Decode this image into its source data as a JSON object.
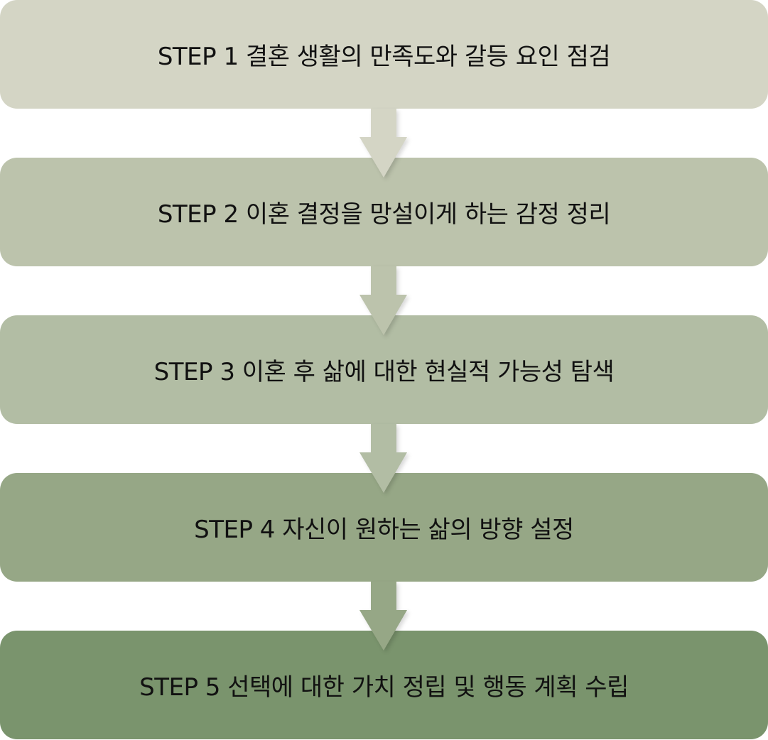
{
  "steps": [
    {
      "label": "STEP 1 결혼 생활의 만족도와 갈등 요인 점검",
      "color": "#d4d5c5"
    },
    {
      "label": "STEP 2 이혼 결정을 망설이게 하는 감정 정리",
      "color": "#bcc3ac"
    },
    {
      "label": "STEP 3 이혼 후 삶에 대한 현실적 가능성 탐색",
      "color": "#b2bda4"
    },
    {
      "label": "STEP 4 자신이 원하는 삶의 방향 설정",
      "color": "#96a786"
    },
    {
      "label": "STEP 5 선택에 대한 가치 정립 및 행동 계획 수립",
      "color": "#7a946d"
    }
  ]
}
